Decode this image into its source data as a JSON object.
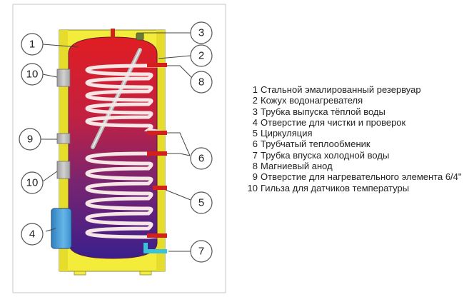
{
  "callouts": {
    "c1": "1",
    "c2": "2",
    "c3": "3",
    "c4": "4",
    "c5": "5",
    "c6": "6",
    "c7": "7",
    "c8": "8",
    "c9": "9",
    "c10a": "10",
    "c10b": "10"
  },
  "legend": [
    {
      "num": "1",
      "text": "Стальной эмалированный резервуар"
    },
    {
      "num": "2",
      "text": "Кожух водонагревателя"
    },
    {
      "num": "3",
      "text": "Трубка выпуска тёплой воды"
    },
    {
      "num": "4",
      "text": "Отверстие для чистки и проверок"
    },
    {
      "num": "5",
      "text": "Циркуляция"
    },
    {
      "num": "6",
      "text": "Трубчатый теплообменик"
    },
    {
      "num": "7",
      "text": "Трубка впуска холодной воды"
    },
    {
      "num": "8",
      "text": "Магниевый анод"
    },
    {
      "num": "9",
      "text": "Отверстие для нагревательного элемента 6/4\""
    },
    {
      "num": "10",
      "text": "Гильза для датчиков температуры"
    }
  ],
  "colors": {
    "casing": "#f3ec3a",
    "tank_top": "#e01e22",
    "tank_bottom": "#3a1f8c",
    "pipe_red": "#d4201c",
    "pipe_cyan": "#38c4d8",
    "sleeve_grey": "#b9b9b9",
    "inspection_blue": "#4a9fd6",
    "frame": "#c8c8c8"
  }
}
